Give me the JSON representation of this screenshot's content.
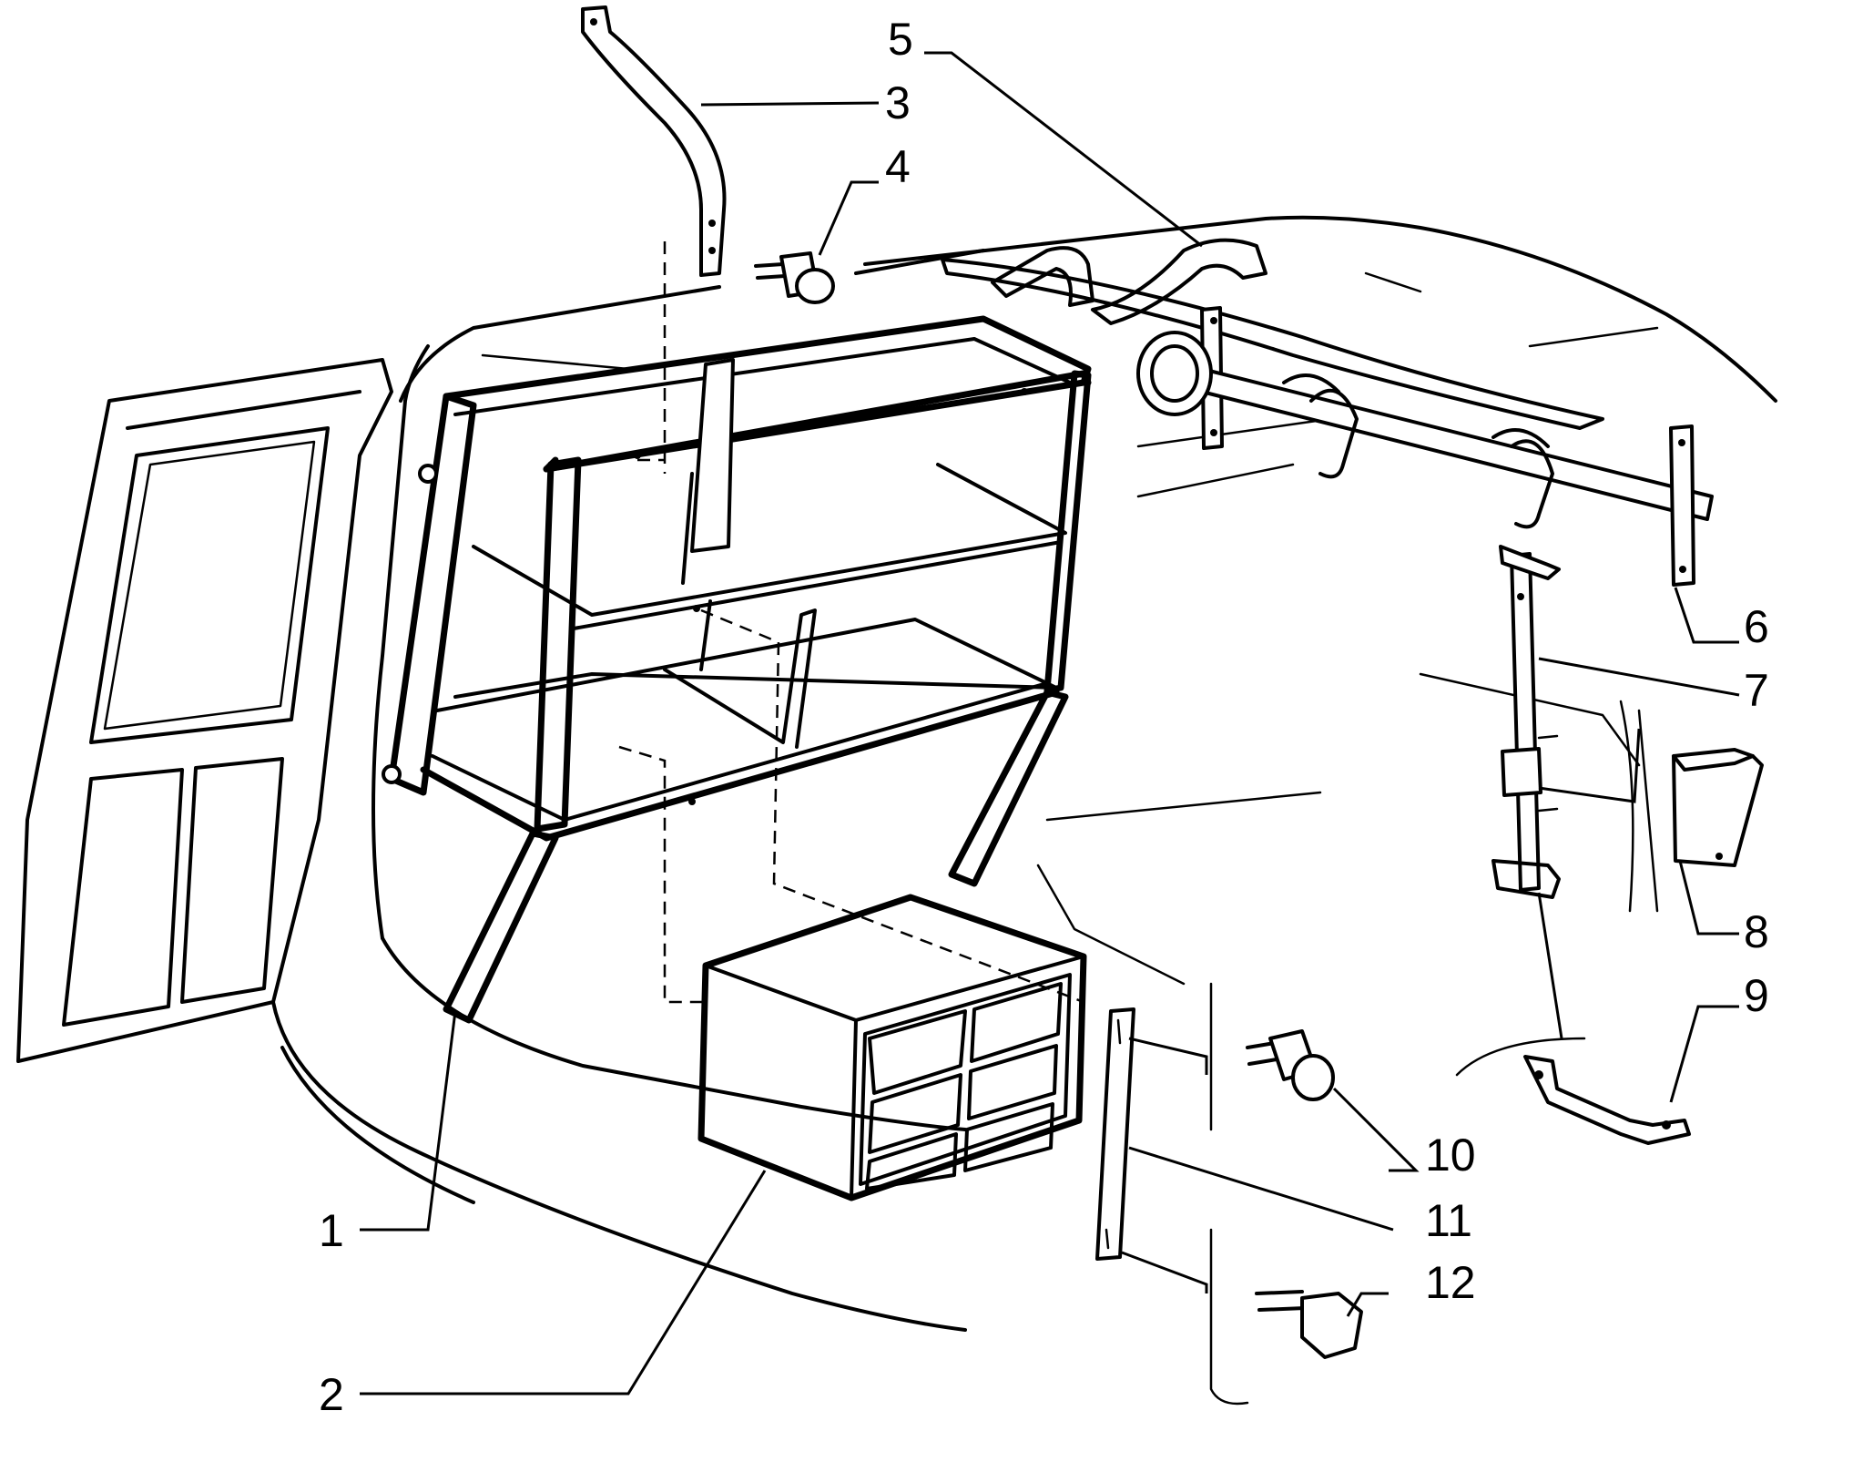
{
  "callouts": [
    {
      "id": "1",
      "text": "1"
    },
    {
      "id": "2",
      "text": "2"
    },
    {
      "id": "3",
      "text": "3"
    },
    {
      "id": "4",
      "text": "4"
    },
    {
      "id": "5",
      "text": "5"
    },
    {
      "id": "6",
      "text": "6"
    },
    {
      "id": "7",
      "text": "7"
    },
    {
      "id": "8",
      "text": "8"
    },
    {
      "id": "9",
      "text": "9"
    },
    {
      "id": "10",
      "text": "10"
    },
    {
      "id": "11",
      "text": "11"
    },
    {
      "id": "12",
      "text": "12"
    }
  ],
  "colors": {
    "line": "#000000",
    "background": "#ffffff"
  }
}
